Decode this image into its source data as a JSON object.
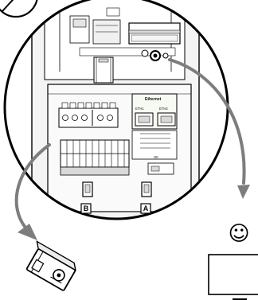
{
  "diagram": {
    "ethernet_label": "Ethernet",
    "eth1_label": "ETH1",
    "eth2_label": "ETH2",
    "slot_b_label": "B",
    "slot_a_label": "A",
    "module_status_text": "OK",
    "smiley_glyph": "☺",
    "colors": {
      "ink": "#000000",
      "arrow_gray": "#7d7d7d",
      "light_fill": "#f4f4f4",
      "mid_fill": "#d9d9d9",
      "green_fill": "#f6faf2"
    },
    "icons": {
      "top_left": "no-entry-icon",
      "bottom_right": "happy-face-icon",
      "detached_part": "module-connector-icon",
      "target_monitor": "monitor-icon"
    }
  }
}
